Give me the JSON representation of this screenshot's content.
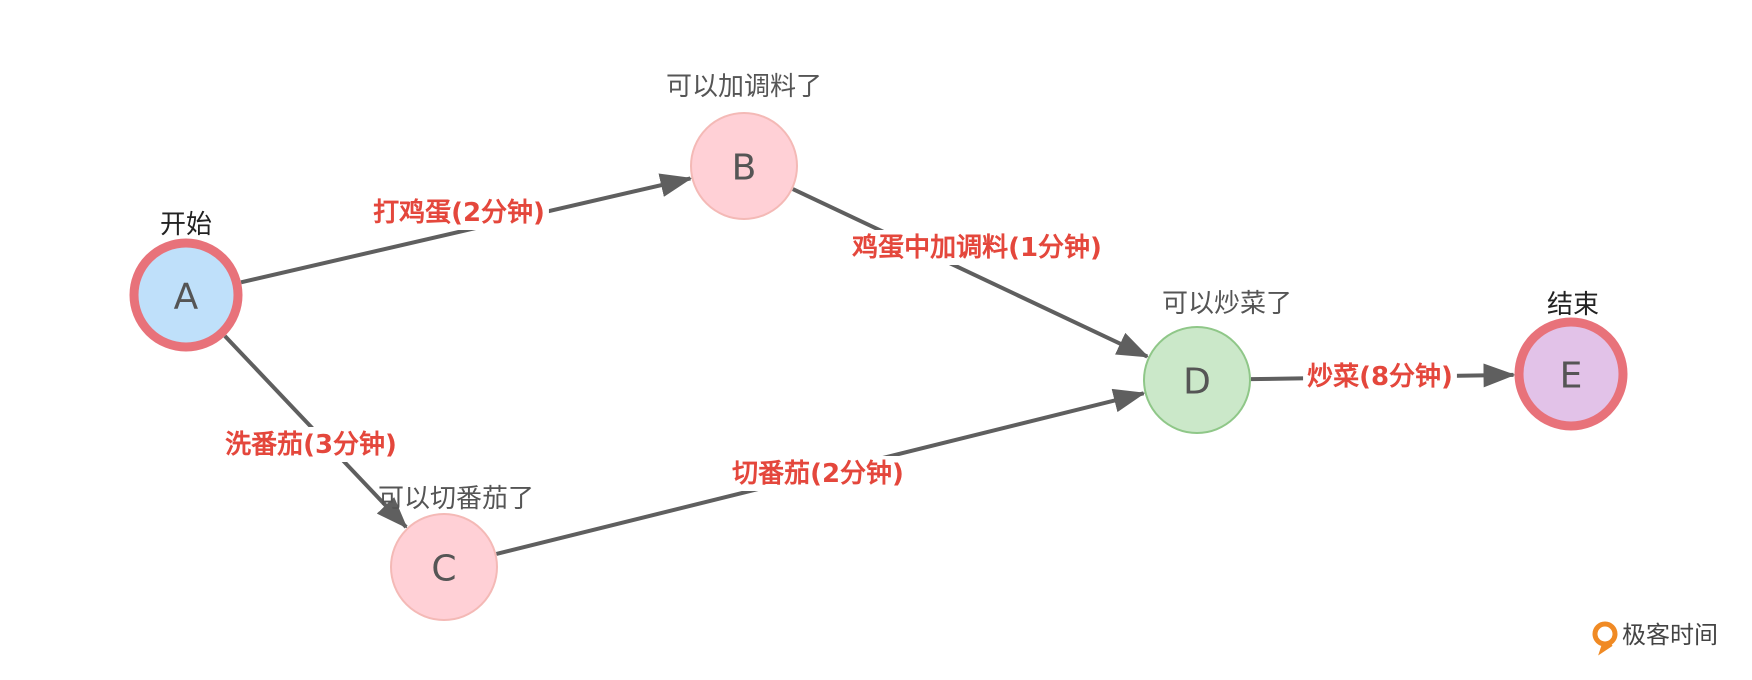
{
  "nodes": [
    {
      "id": "A",
      "caption": "开始",
      "fill": "#bfe0fa",
      "stroke": "#e8727a",
      "caption_color": "#222222"
    },
    {
      "id": "B",
      "caption": "可以加调料了",
      "fill": "#ffd0d6",
      "stroke": "#f4b9b6",
      "caption_color": "#555555"
    },
    {
      "id": "C",
      "caption": "可以切番茄了",
      "fill": "#ffd0d6",
      "stroke": "#f4b9b6",
      "caption_color": "#555555"
    },
    {
      "id": "D",
      "caption": "可以炒菜了",
      "fill": "#cbe8c9",
      "stroke": "#8fc788",
      "caption_color": "#555555"
    },
    {
      "id": "E",
      "caption": "结束",
      "fill": "#e2c2e8",
      "stroke": "#e8727a",
      "caption_color": "#222222"
    }
  ],
  "edges": [
    {
      "from": "A",
      "to": "B",
      "label": "打鸡蛋(2分钟)"
    },
    {
      "from": "A",
      "to": "C",
      "label": "洗番茄(3分钟)"
    },
    {
      "from": "B",
      "to": "D",
      "label": "鸡蛋中加调料(1分钟)"
    },
    {
      "from": "C",
      "to": "D",
      "label": "切番茄(2分钟)"
    },
    {
      "from": "D",
      "to": "E",
      "label": "炒菜(8分钟)"
    }
  ],
  "colors": {
    "edge": "#5f5f5f",
    "edge_label": "#e4473c",
    "logo_accent": "#f08a24"
  },
  "logo": {
    "text": "极客时间",
    "icon": "geektime-logo-icon"
  }
}
